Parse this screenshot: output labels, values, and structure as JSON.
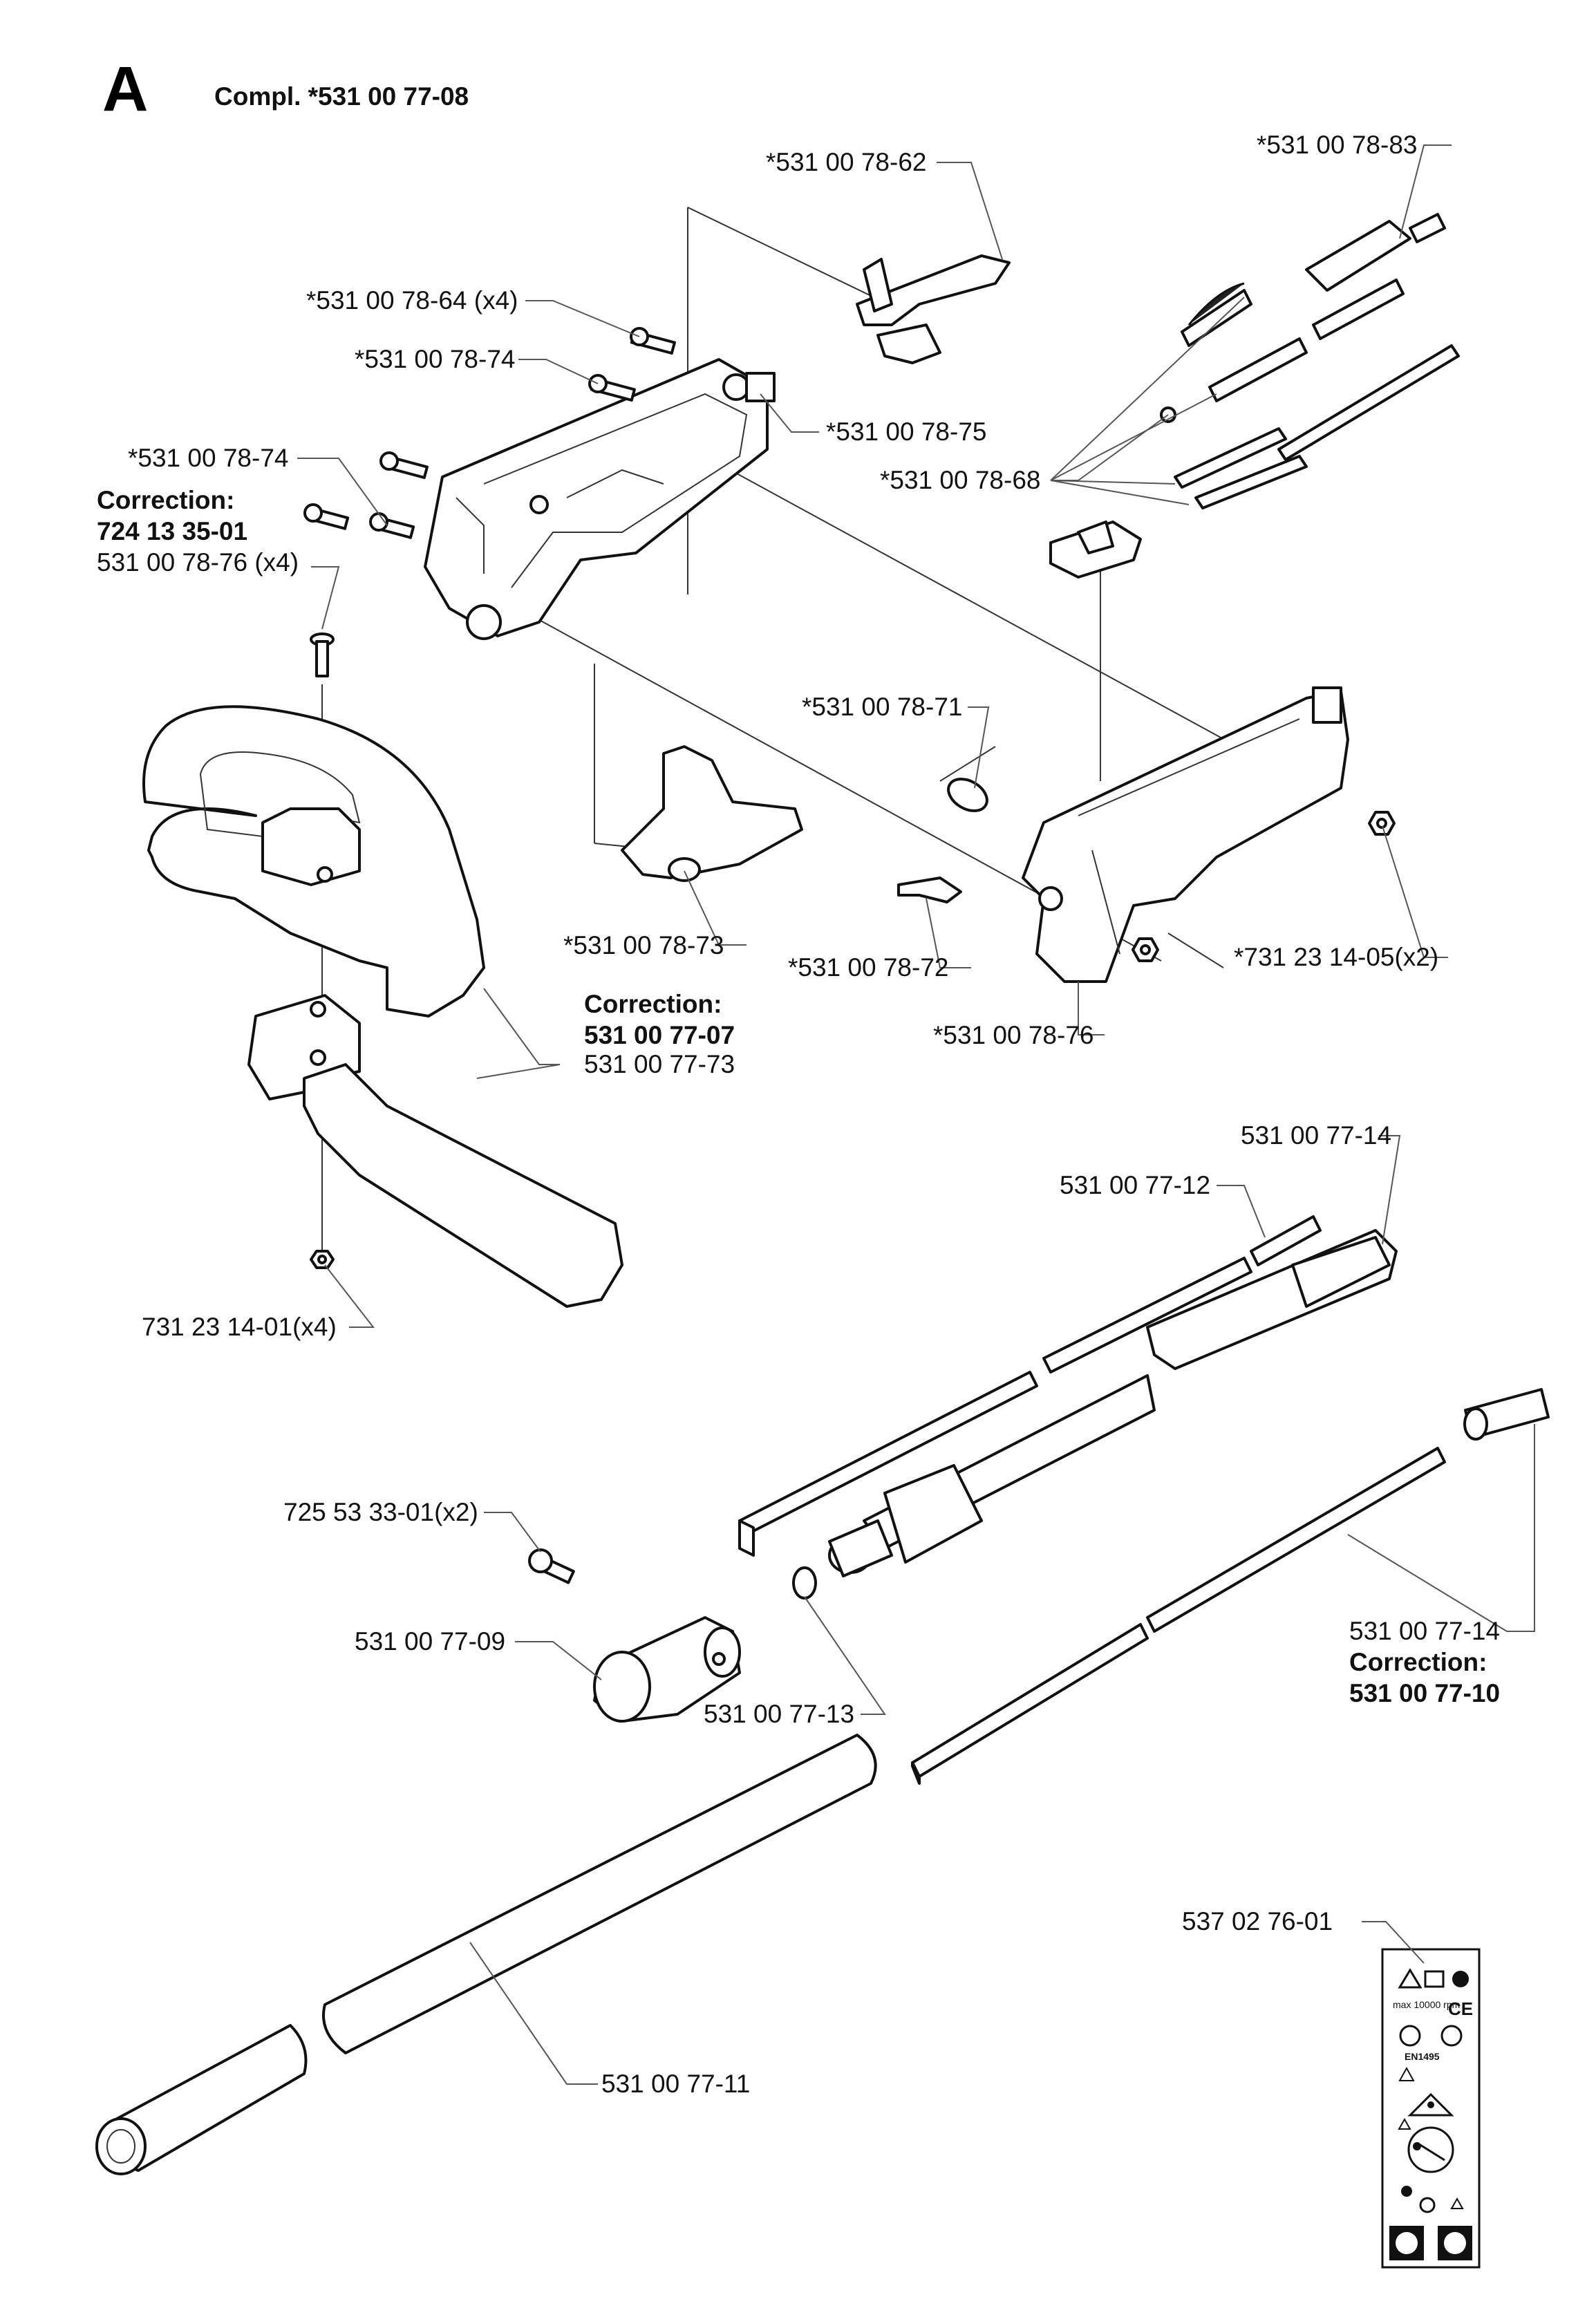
{
  "header": {
    "section_letter": "A",
    "assembly": "Compl. *531 00 77-08"
  },
  "labels": {
    "p_62": "*531 00 78-62",
    "p_83": "*531 00 78-83",
    "p_64": "*531 00 78-64 (x4)",
    "p_74a": "*531 00 78-74",
    "p_75": "*531 00 78-75",
    "p_74b": "*531 00 78-74",
    "corr1_title": "Correction:",
    "corr1_value": "724 13 35-01",
    "p_76x4": "531 00 78-76 (x4)",
    "p_68": "*531 00 78-68",
    "p_71": "*531 00 78-71",
    "p_73": "*531 00 78-73",
    "p_72": "*531 00 78-72",
    "p_05x2": "*731 23 14-05(x2)",
    "corr2_title": "Correction:",
    "corr2_value": "531 00 77-07",
    "p_7773": "531 00 77-73",
    "p_76": "*531 00 78-76",
    "p_7714a": "531 00 77-14",
    "p_7712": "531 00 77-12",
    "p_01x4": "731 23 14-01(x4)",
    "p_01x2": "725 53 33-01(x2)",
    "p_7709": "531 00 77-09",
    "p_7713": "531 00 77-13",
    "p_7714b": "531 00 77-14",
    "corr3_title": "Correction:",
    "corr3_value": "531 00 77-10",
    "p_7601": "537 02 76-01",
    "p_7711": "531 00 77-11"
  },
  "decal": {
    "rpm_text": "max 10000 rpm",
    "ce_mark": "CE",
    "code": "EN1495",
    "icons": [
      "warning-icon",
      "manual-icon",
      "helmet-icon",
      "no-bystanders-icon",
      "distance-icon",
      "recycle-icon",
      "boots-icon",
      "gloves-icon"
    ]
  }
}
